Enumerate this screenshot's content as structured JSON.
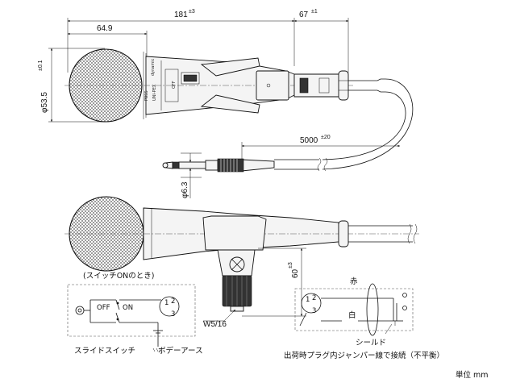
{
  "dimensions": {
    "overall_length": "181",
    "overall_length_tol": "±3",
    "head_length": "64.9",
    "connector_length": "67",
    "connector_length_tol": "±1",
    "head_diameter": "φ53.5",
    "head_diameter_tol": "±0.1",
    "plug_diameter": "φ6.3",
    "cable_length": "5000",
    "cable_length_tol": "±20",
    "holder_height": "60",
    "holder_height_tol": "±3",
    "thread": "W5/16"
  },
  "body_print": {
    "brand": "UNI-PEX",
    "model": "dynamic",
    "switch_mark": "OFF",
    "series": "P8SS"
  },
  "schematic": {
    "title": "(スイッチONのとき)",
    "off_label": "OFF",
    "on_label": "ON",
    "pin1": "1",
    "pin2": "2",
    "pin3": "3",
    "slide_switch_label": "スライドスイッチ",
    "body_ground_label": "ボデーアース"
  },
  "wiring": {
    "red_label": "赤",
    "white_label": "白",
    "shield_label": "シールド",
    "pin1": "1",
    "pin2": "2",
    "pin3": "3",
    "note": "出荷時プラグ内ジャンパー線で接続（不平衡）"
  },
  "unit_label": "単位 mm"
}
